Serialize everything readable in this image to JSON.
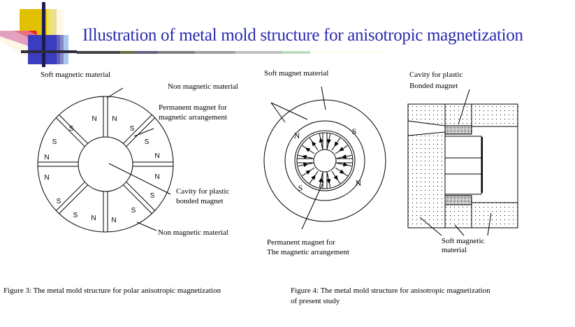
{
  "slide": {
    "title": "Illustration of metal mold structure for anisotropic magnetization",
    "title_color": "#2a2ab0"
  },
  "figure3": {
    "labels": {
      "soft_magnetic": "Soft magnetic material",
      "non_magnetic_top": "Non magnetic material",
      "permanent_line1": "Permanent magnet for",
      "permanent_line2": "magnetic arrangement",
      "cavity_line1": "Cavity for plastic",
      "cavity_line2": "bonded magnet",
      "non_magnetic_bottom": "Non magnetic material"
    },
    "poles": [
      "N",
      "N",
      "S",
      "S",
      "N",
      "N",
      "N",
      "N",
      "S",
      "S",
      "S",
      "S",
      "N",
      "N",
      "S",
      "S"
    ],
    "caption": "Figure 3: The metal mold structure for polar anisotropic magnetization"
  },
  "figure4": {
    "labels": {
      "soft_magnet": "Soft magnet material",
      "permanent_line1": "Permanent magnet for",
      "permanent_line2": "The magnetic arrangement"
    },
    "poles": [
      "N",
      "S",
      "S",
      "N"
    ],
    "caption_line1": "Figure 4: The metal mold structure for  anisotropic magnetization",
    "caption_line2": "of present study"
  },
  "figure5": {
    "labels": {
      "cavity_line1": "Cavity for plastic",
      "cavity_line2": "Bonded magnet",
      "soft_line1": "Soft magnetic",
      "soft_line2": "material"
    }
  }
}
